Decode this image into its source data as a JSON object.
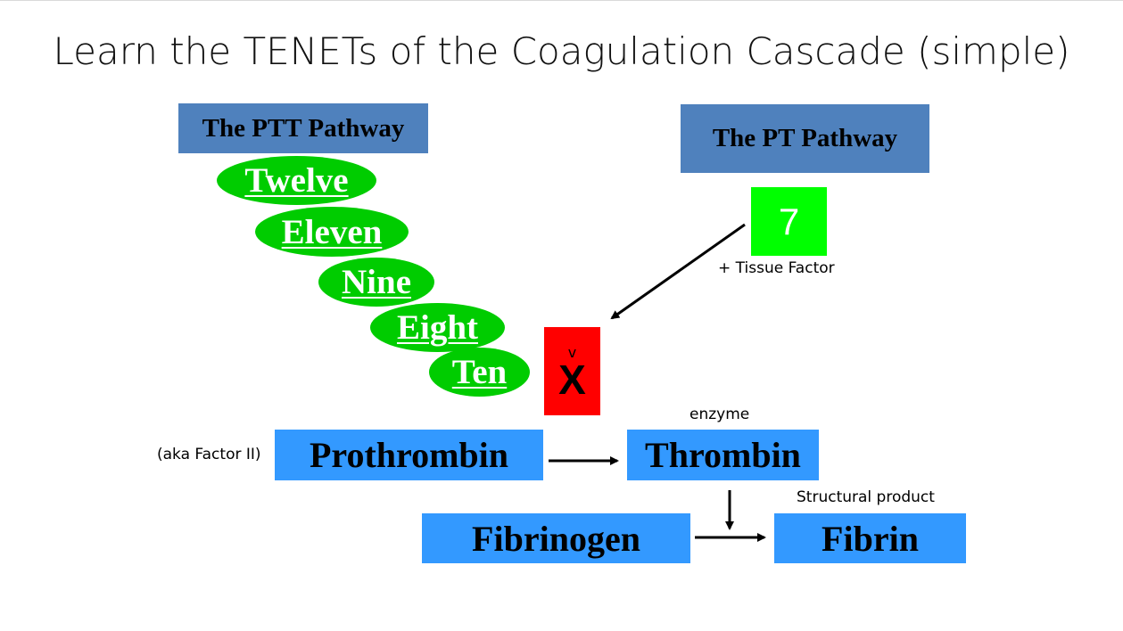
{
  "title": "Learn the TENETs of the Coagulation Cascade (simple)",
  "ptt_pathway": {
    "label": "The PTT Pathway",
    "factors": [
      "Twelve",
      "Eleven",
      "Nine",
      "Eight",
      "Ten"
    ]
  },
  "pt_pathway": {
    "label": "The PT Pathway",
    "factor7": "7",
    "tissue_factor": "+ Tissue Factor"
  },
  "factor_x": {
    "caret": "v",
    "letter": "X"
  },
  "proteins": {
    "prothrombin": "Prothrombin",
    "aka": "(aka Factor II)",
    "thrombin": "Thrombin",
    "enzyme": "enzyme",
    "fibrinogen": "Fibrinogen",
    "fibrin": "Fibrin",
    "structural": "Structural product"
  },
  "colors": {
    "pathway_header": "#4f81bd",
    "factor_green": "#00cc00",
    "factor7_green": "#00ff00",
    "factor_x_red": "#ff0000",
    "protein_blue": "#3399ff"
  }
}
